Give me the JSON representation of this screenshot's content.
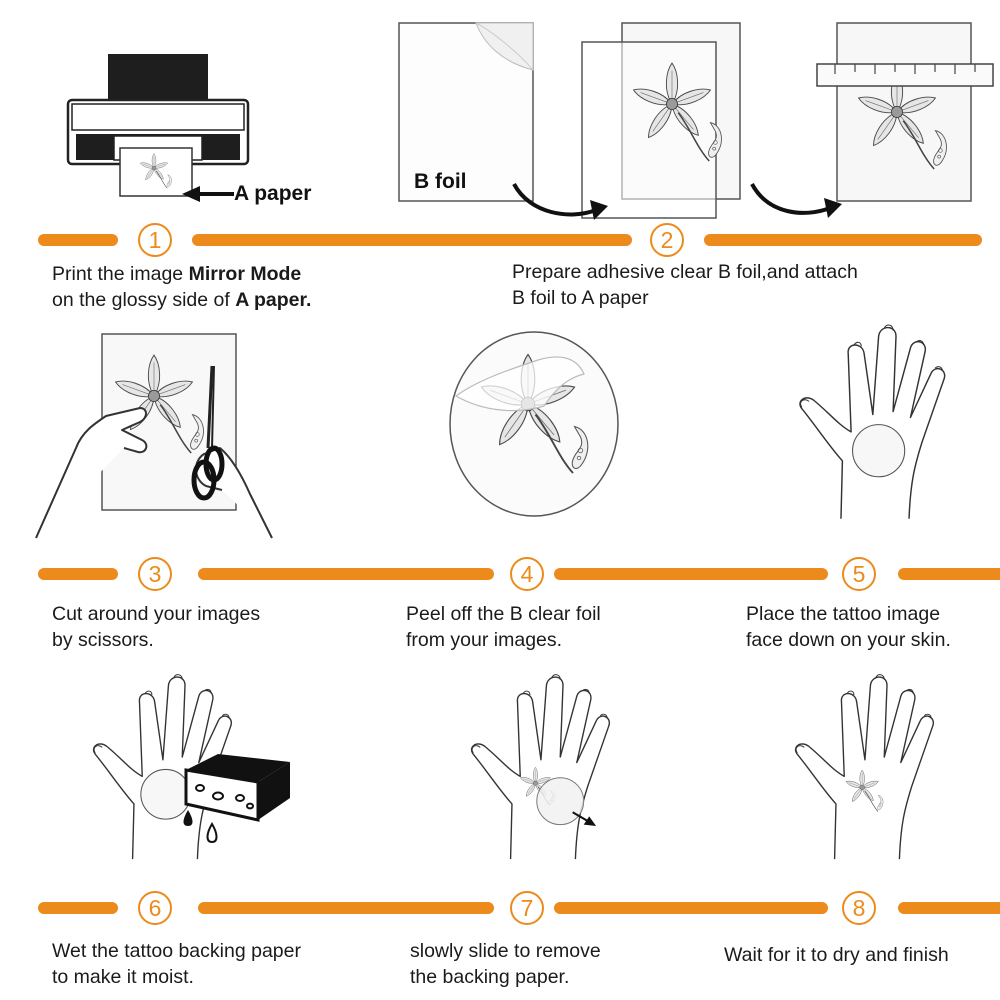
{
  "labels": {
    "a_paper": "A paper",
    "b_foil": "B foil"
  },
  "steps": [
    {
      "number": "1",
      "line1_pre": "Print the image ",
      "line1_bold": "Mirror Mode",
      "line2_pre": "on the  glossy side of ",
      "line2_bold": "A paper."
    },
    {
      "number": "2",
      "line1": "Prepare adhesive clear B foil,and attach",
      "line2": "B foil to A paper"
    },
    {
      "number": "3",
      "line1": "Cut around your images",
      "line2": "by scissors."
    },
    {
      "number": "4",
      "line1": "Peel off the B clear foil",
      "line2": "from your images."
    },
    {
      "number": "5",
      "line1": "Place the tattoo image",
      "line2": "face down on your skin."
    },
    {
      "number": "6",
      "line1": "Wet the tattoo backing paper",
      "line2": "to make it moist."
    },
    {
      "number": "7",
      "line1": "slowly slide to remove",
      "line2": "the backing paper."
    },
    {
      "number": "8",
      "line1": "Wait for it to dry and finish"
    }
  ],
  "colors": {
    "accent": "#ec8b1c",
    "ink": "#1a1a1a",
    "line_art": "#3a3a3a",
    "foil_sheet": "#f6f6f6"
  },
  "icons": [
    "printer-icon",
    "flower-icon",
    "scissors-icon",
    "hand-icon",
    "sponge-icon",
    "water-drop-icon",
    "arrow-icon",
    "ruler-icon"
  ]
}
